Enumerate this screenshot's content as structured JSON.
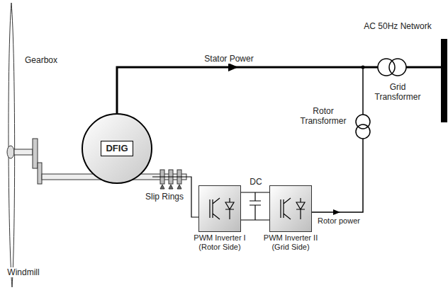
{
  "diagram": {
    "nodes": [
      {
        "text": [
          "DFIG"
        ]
      },
      {
        "text": [
          "PWM Inverter I (Rotor Side)"
        ]
      },
      {
        "text": [
          "PWM Inverter II (Grid Side)"
        ]
      }
    ],
    "edges": [
      {
        "from": 0,
        "to": 1,
        "arrow": "none"
      },
      {
        "from": 1,
        "to": 2,
        "label": "DC",
        "arrow": "none"
      }
    ],
    "labels": [
      "Gearbox",
      "Windmill",
      "Slip Rings",
      "Stator Power",
      "AC 50Hz Network",
      "Grid Transformer",
      "Rotor Transformer",
      "Rotor power"
    ]
  }
}
